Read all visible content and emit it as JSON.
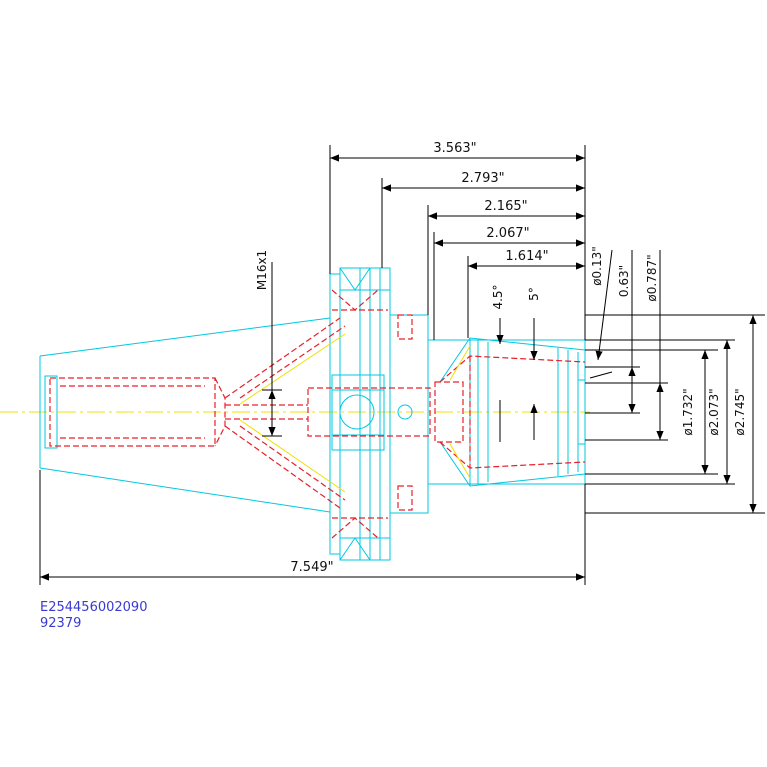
{
  "dimensions": {
    "d3563": "3.563\"",
    "d2793": "2.793\"",
    "d2165": "2.165\"",
    "d2067": "2.067\"",
    "d1614": "1.614\"",
    "d7549": "7.549\"",
    "thread": "M16x1",
    "angle45": "4.5°",
    "angle5": "5°",
    "dia013": "ø0.13\"",
    "dia063": "0.63\"",
    "dia0787": "ø0.787\"",
    "dia1732": "ø1.732\"",
    "dia2073": "ø2.073\"",
    "dia2745": "ø2.745\""
  },
  "part_code": "E254456002090",
  "part_number": "92379",
  "colors": {
    "outline": "#00c8e0",
    "hidden": "#e8202a",
    "centerline": "#f0e000",
    "dimension": "#000000",
    "code_text": "#3a3ad0"
  }
}
